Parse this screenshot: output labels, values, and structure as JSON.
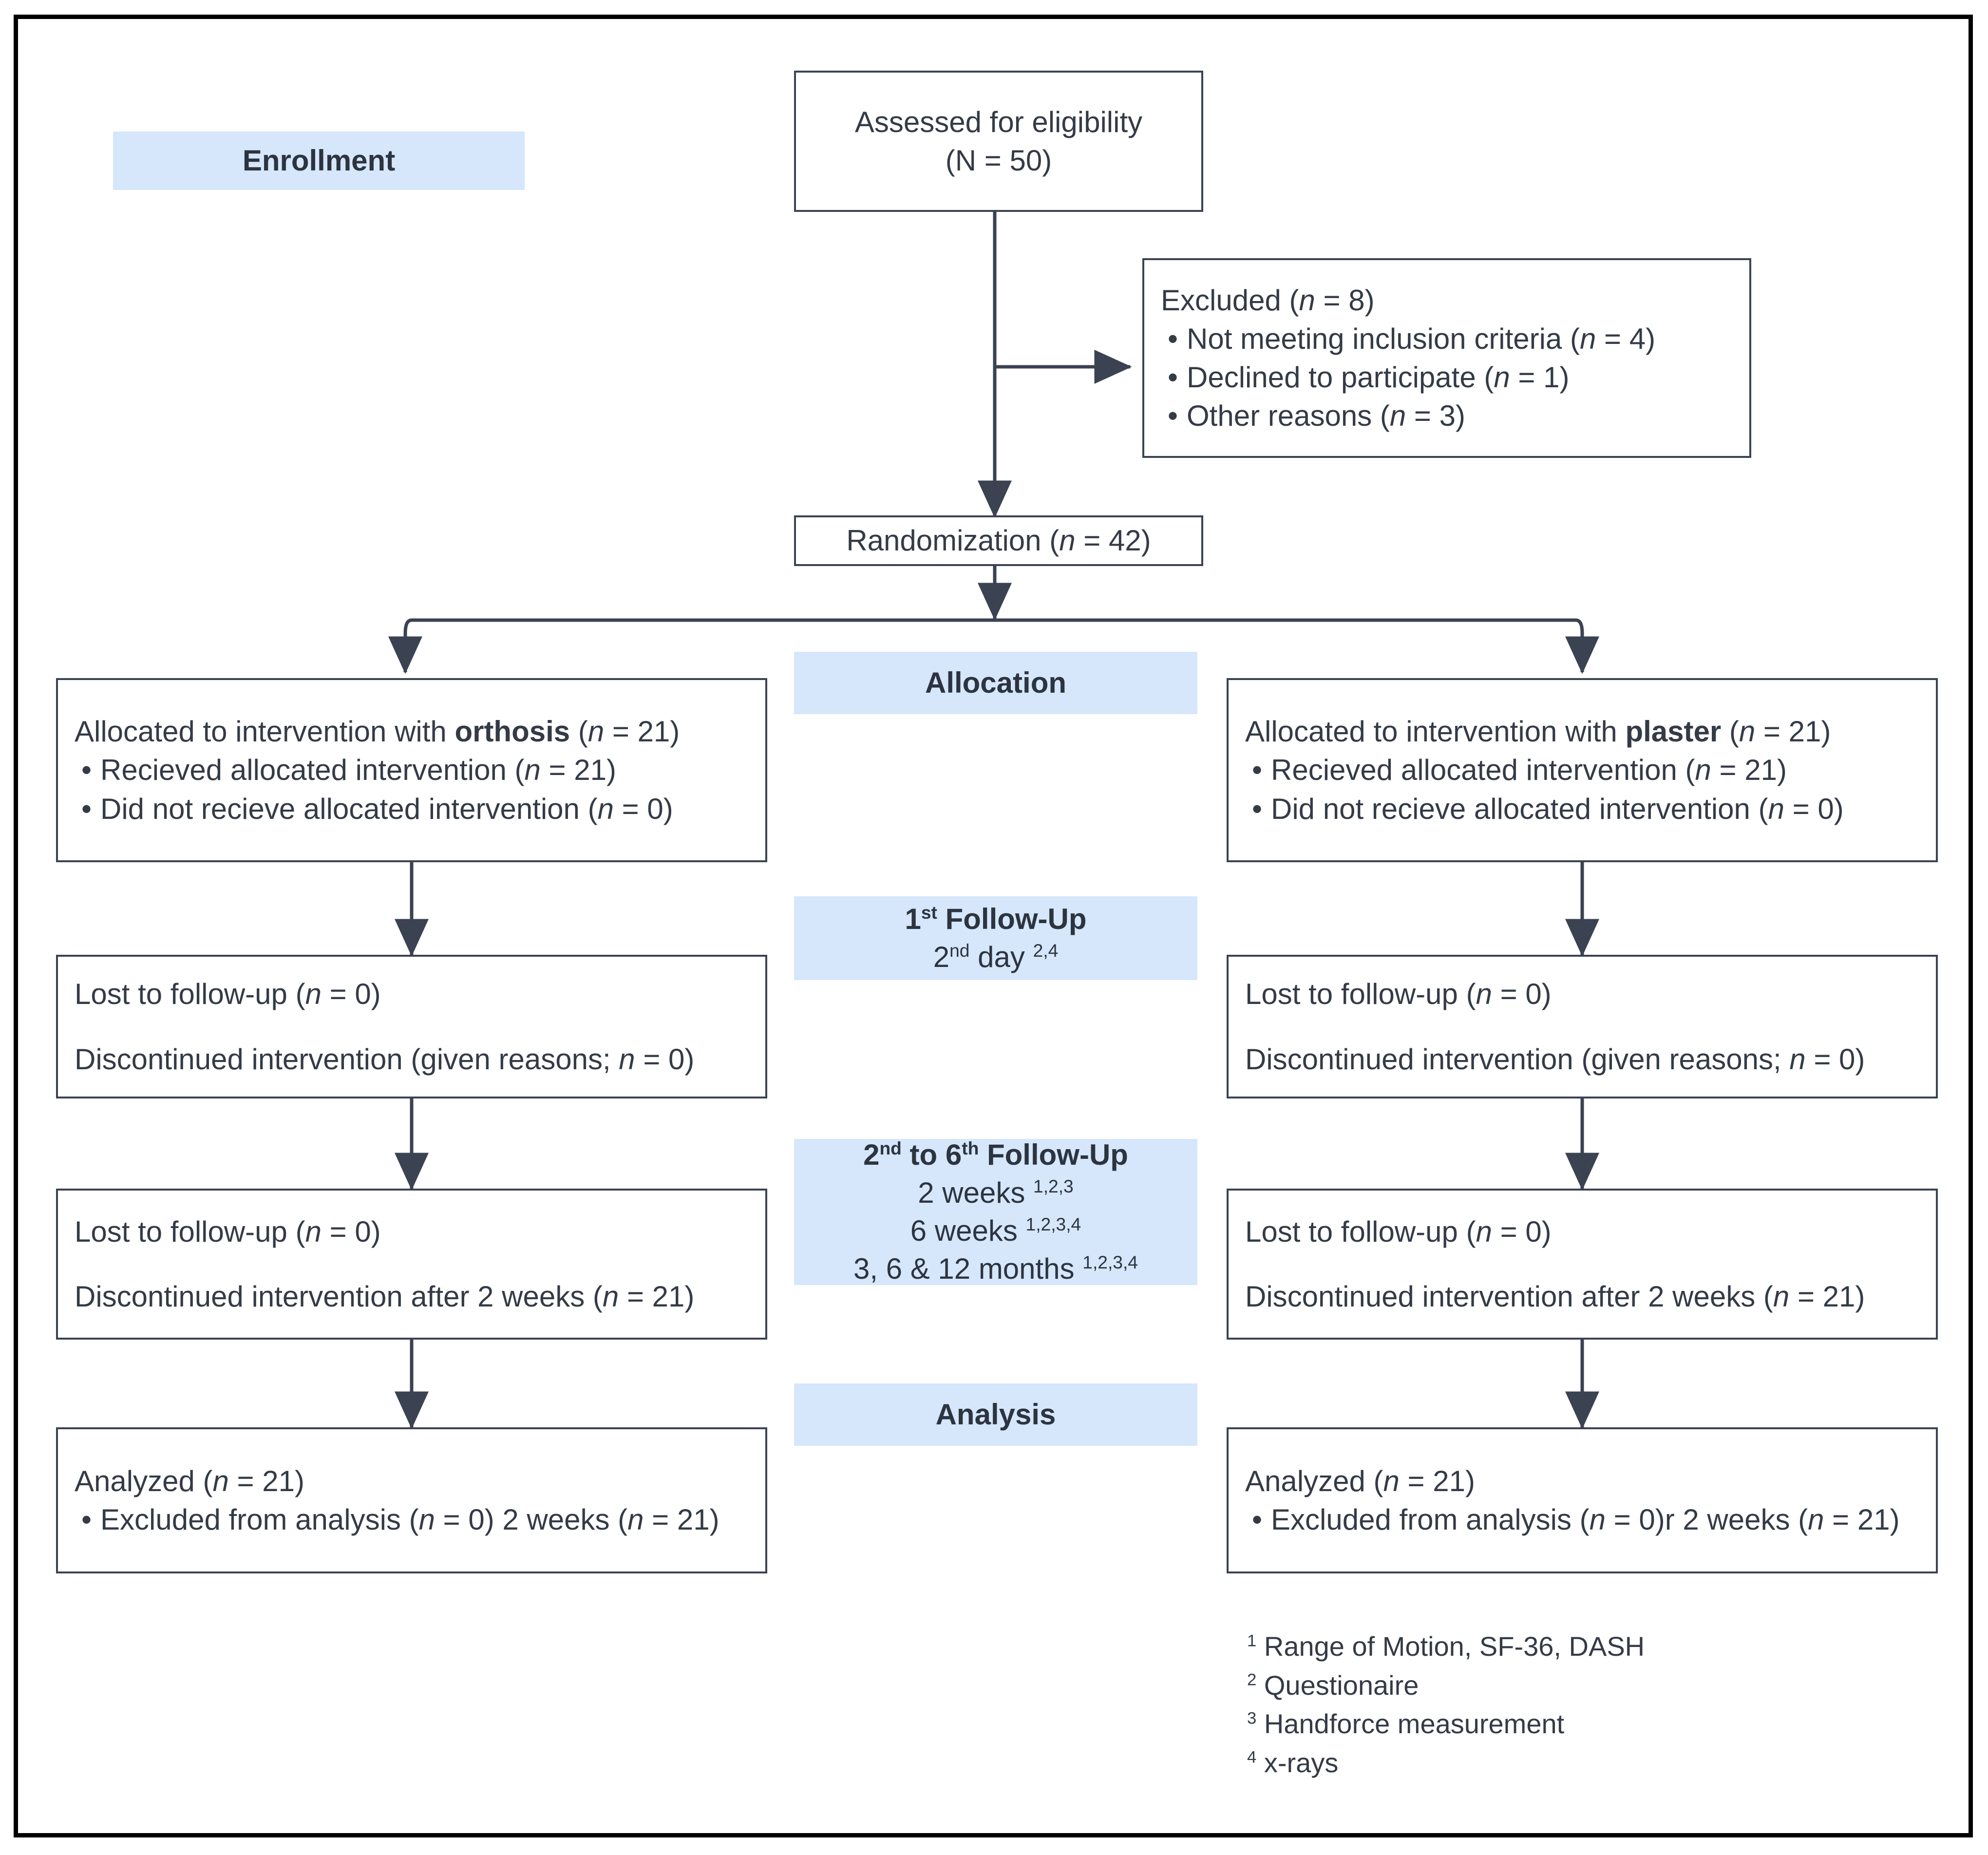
{
  "diagram": {
    "title": "CONSORT participant flow diagram",
    "accent_blue": "#d6e6fb",
    "line_color": "#3b4252",
    "text_color": "#343b47",
    "frame_color": "#000000"
  },
  "banners": {
    "enrollment": {
      "title": "Enrollment"
    },
    "allocation": {
      "title": "Allocation"
    },
    "followup1": {
      "title_pre": "1",
      "title_sup": "st",
      "title_post": " Follow-Up",
      "sub_pre": "2",
      "sub_sup": "nd",
      "sub_post": " day ",
      "sub_marks": "2,4"
    },
    "followup2to6": {
      "title_a": "2",
      "title_sup_a": "nd",
      "title_mid": " to 6",
      "title_sup_b": "th",
      "title_post": " Follow-Up",
      "rows": [
        {
          "label": "2 weeks ",
          "marks": "1,2,3"
        },
        {
          "label": "6 weeks ",
          "marks": "1,2,3,4"
        },
        {
          "label": "3, 6 & 12 months ",
          "marks": "1,2,3,4"
        }
      ]
    },
    "analysis": {
      "title": "Analysis"
    }
  },
  "nodes": {
    "assessed": {
      "line1": "Assessed for eligibility",
      "line2": "(N = 50)"
    },
    "excluded": {
      "heading_pre": "Excluded (",
      "heading_italic": "n",
      "heading_post": " = 8)",
      "items": [
        {
          "pre": "Not meeting inclusion criteria (",
          "italic": "n",
          "post": " = 4)"
        },
        {
          "pre": "Declined to participate (",
          "italic": "n",
          "post": " = 1)"
        },
        {
          "pre": "Other reasons (",
          "italic": "n",
          "post": " = 3)"
        }
      ]
    },
    "randomization": {
      "pre": "Randomization (",
      "italic": "n",
      "post": " = 42)"
    },
    "alloc_left": {
      "heading_pre": "Allocated to intervention with ",
      "heading_bold": "orthosis",
      "heading_mid": " (",
      "heading_italic": "n",
      "heading_post": " = 21)",
      "items": [
        {
          "pre": "Recieved allocated intervention (",
          "italic": "n",
          "post": " = 21)"
        },
        {
          "pre": "Did not recieve allocated intervention (",
          "italic": "n",
          "post": " = 0)"
        }
      ]
    },
    "alloc_right": {
      "heading_pre": "Allocated to intervention with ",
      "heading_bold": "plaster",
      "heading_mid": " (",
      "heading_italic": "n",
      "heading_post": " = 21)",
      "items": [
        {
          "pre": "Recieved allocated intervention (",
          "italic": "n",
          "post": " = 21)"
        },
        {
          "pre": "Did not recieve allocated intervention (",
          "italic": "n",
          "post": " = 0)"
        }
      ]
    },
    "fu1_left": {
      "lost_pre": "Lost to follow-up (",
      "lost_italic": "n",
      "lost_post": " = 0)",
      "disc_pre": "Discontinued intervention (given reasons; ",
      "disc_italic": "n",
      "disc_post": " = 0)"
    },
    "fu1_right": {
      "lost_pre": "Lost to follow-up (",
      "lost_italic": "n",
      "lost_post": " = 0)",
      "disc_pre": "Discontinued intervention (given reasons; ",
      "disc_italic": "n",
      "disc_post": " = 0)"
    },
    "fu2_left": {
      "lost_pre": "Lost to follow-up (",
      "lost_italic": "n",
      "lost_post": " = 0)",
      "disc_pre": "Discontinued intervention after 2 weeks (",
      "disc_italic": "n",
      "disc_post": " = 21)"
    },
    "fu2_right": {
      "lost_pre": "Lost to follow-up (",
      "lost_italic": "n",
      "lost_post": " = 0)",
      "disc_pre": "Discontinued intervention after 2 weeks (",
      "disc_italic": "n",
      "disc_post": " = 21)"
    },
    "analysis_left": {
      "heading_pre": "Analyzed (",
      "heading_italic": "n",
      "heading_post": " = 21)",
      "item_pre": "Excluded from analysis (",
      "item_italic_a": "n",
      "item_mid": " = 0) 2 weeks (",
      "item_italic_b": "n",
      "item_post": " = 21)"
    },
    "analysis_right": {
      "heading_pre": "Analyzed (",
      "heading_italic": "n",
      "heading_post": " = 21)",
      "item_pre": "Excluded from analysis (",
      "item_italic_a": "n",
      "item_mid": " = 0)r 2 weeks (",
      "item_italic_b": "n",
      "item_post": " = 21)"
    }
  },
  "footnotes": [
    {
      "mark": "1",
      "text": " Range of Motion, SF-36, DASH"
    },
    {
      "mark": "2",
      "text": " Questionaire"
    },
    {
      "mark": "3",
      "text": " Handforce measurement"
    },
    {
      "mark": "4",
      "text": " x-rays"
    }
  ]
}
